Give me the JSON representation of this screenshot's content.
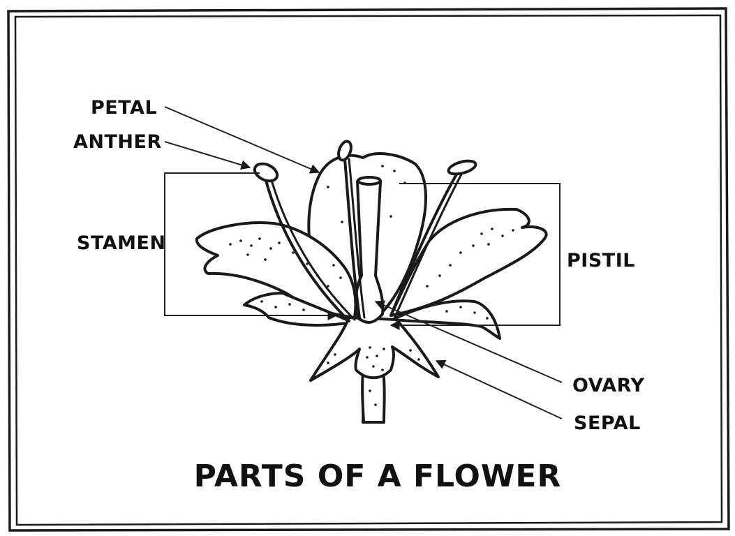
{
  "diagram": {
    "title": "PARTS OF A FLOWER",
    "labels": {
      "petal": "PETAL",
      "anther": "ANTHER",
      "stamen": "STAMEN",
      "pistil": "PISTIL",
      "ovary": "OVARY",
      "sepal": "SEPAL"
    }
  }
}
